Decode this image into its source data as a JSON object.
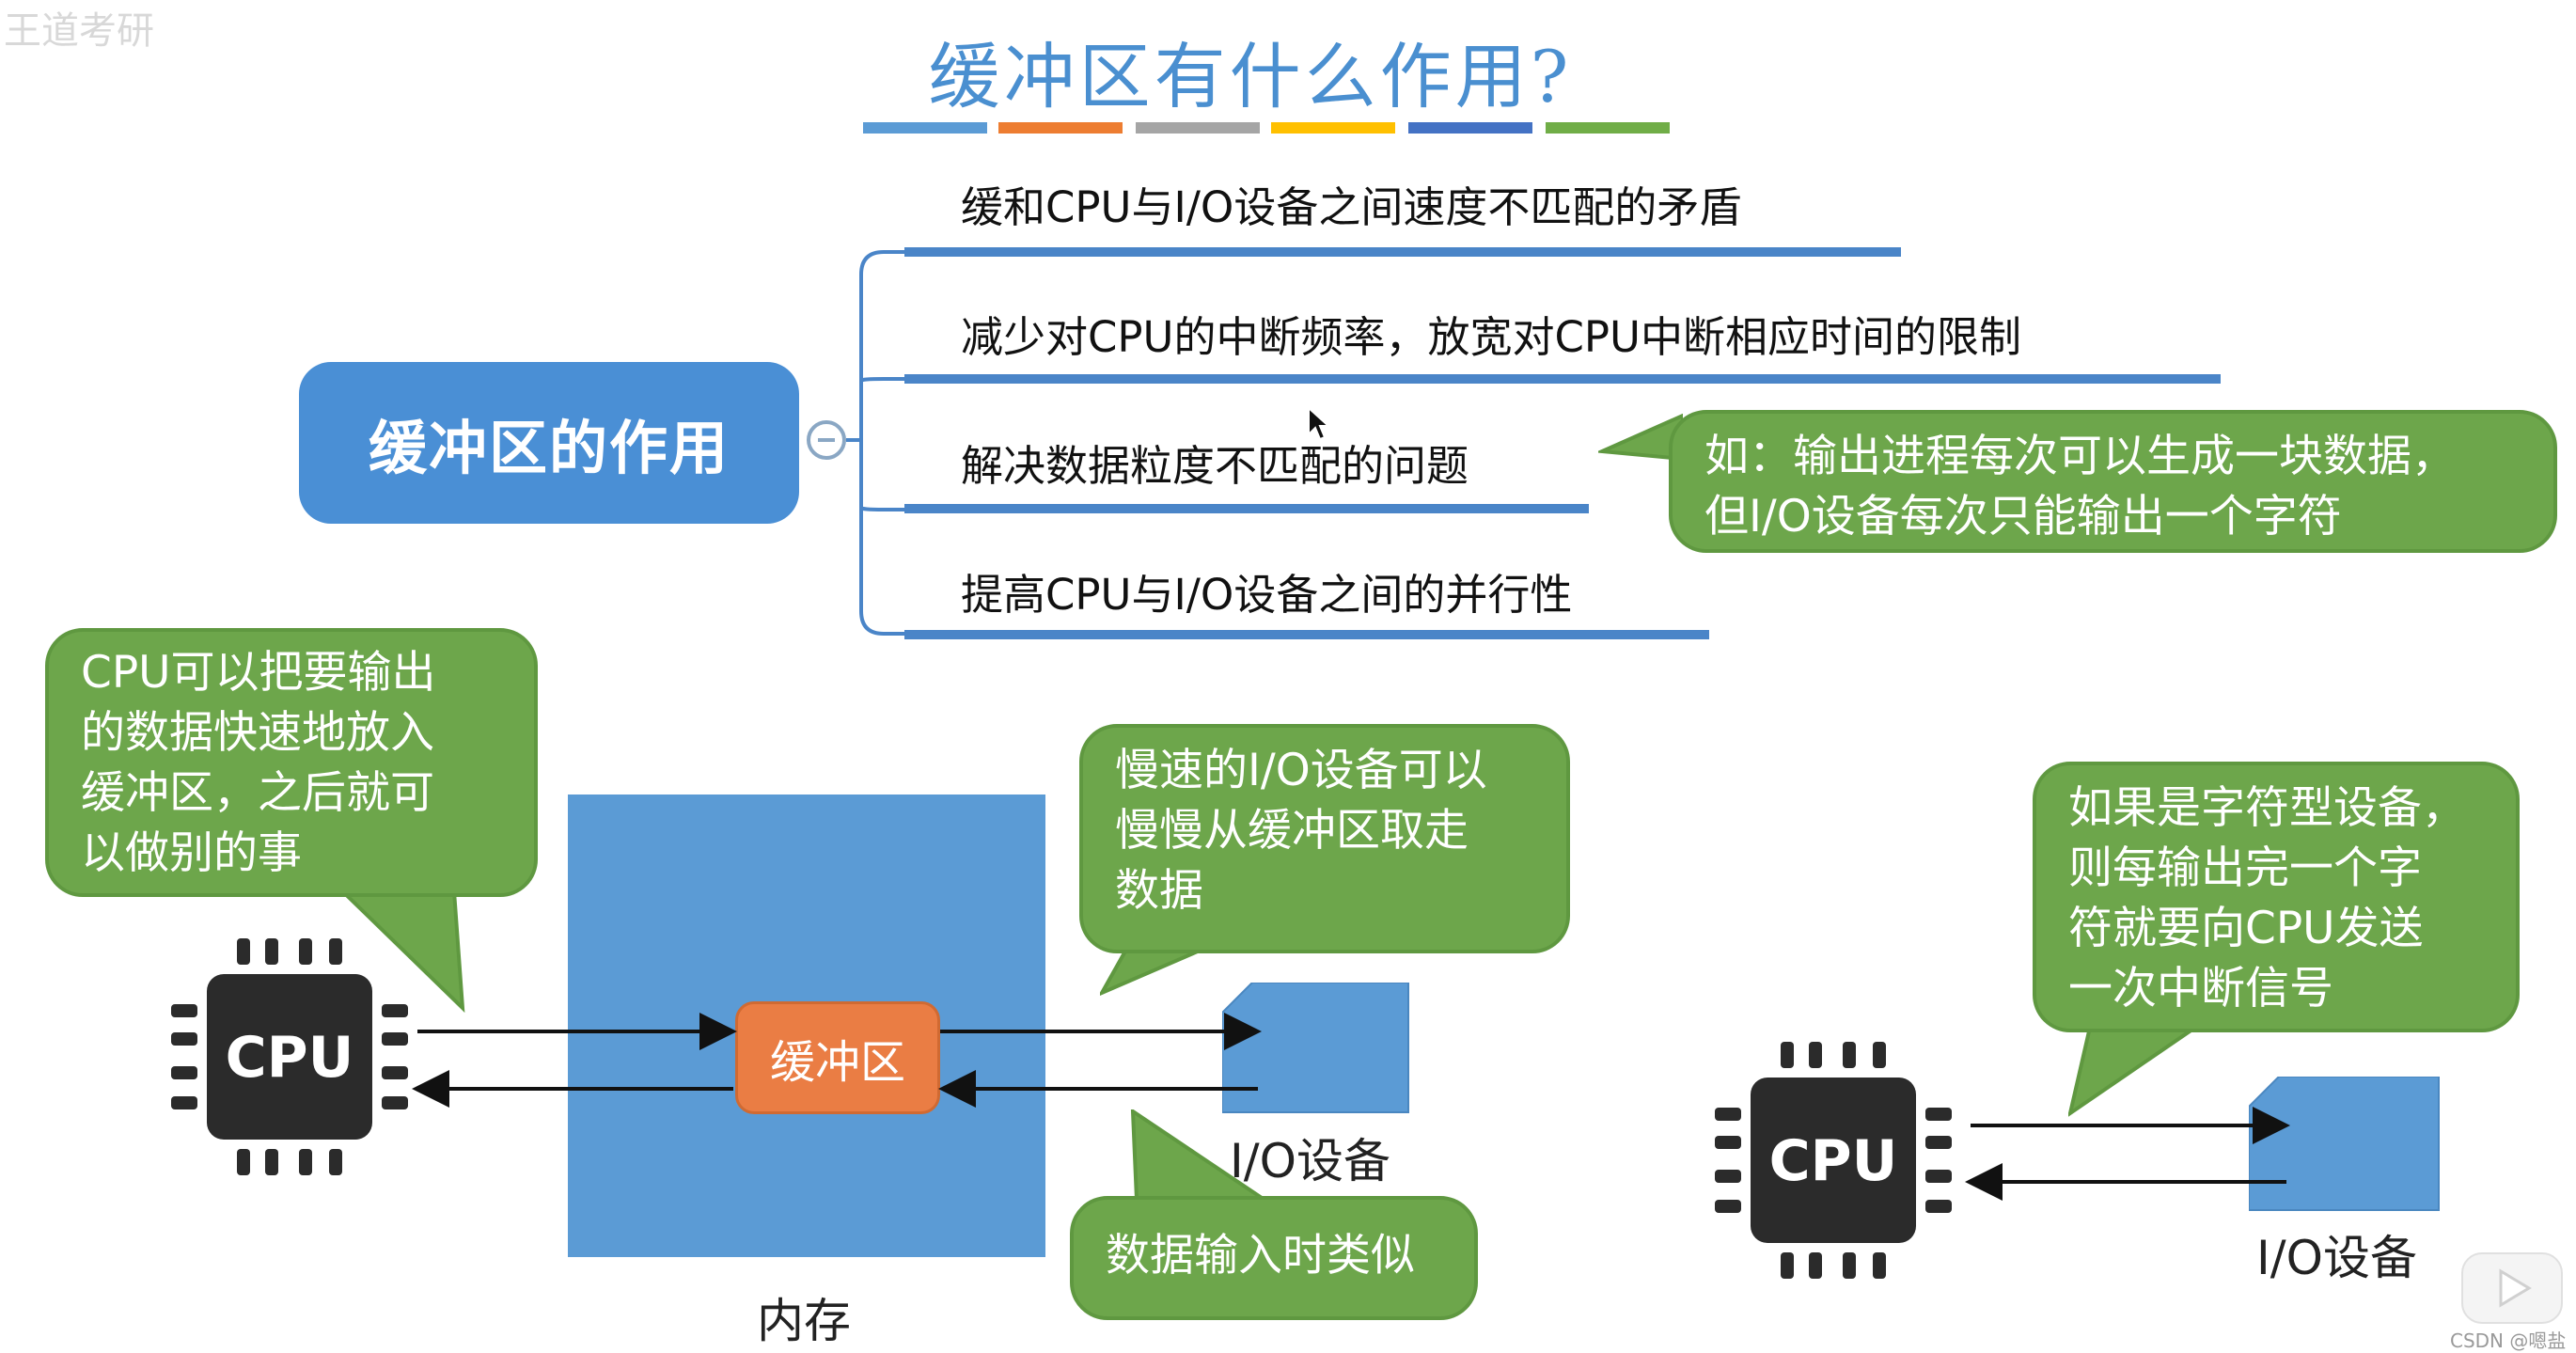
{
  "title": "缓冲区有什么作用?",
  "title_stripe_colors": [
    "#5b9bd5",
    "#ed7d31",
    "#a5a5a5",
    "#ffc000",
    "#4472c4",
    "#70ad47"
  ],
  "mindmap": {
    "root": "缓冲区的作用",
    "branches": [
      "缓和CPU与I/O设备之间速度不匹配的矛盾",
      "减少对CPU的中断频率，放宽对CPU中断相应时间的限制",
      "解决数据粒度不匹配的问题",
      "提高CPU与I/O设备之间的并行性"
    ],
    "note": [
      "如：输出进程每次可以生成一块数据，",
      "但I/O设备每次只能输出一个字符"
    ]
  },
  "diagram_left": {
    "cpu_label": "CPU",
    "buffer_label": "缓冲区",
    "memory_label": "内存",
    "io_label": "I/O设备",
    "bubble_cpu": [
      "CPU可以把要输出",
      "的数据快速地放入",
      "缓冲区，之后就可",
      "以做别的事"
    ],
    "bubble_io": [
      "慢速的I/O设备可以",
      "慢慢从缓冲区取走",
      "数据"
    ],
    "bubble_input": "数据输入时类似"
  },
  "diagram_right": {
    "cpu_label": "CPU",
    "io_label": "I/O设备",
    "bubble": [
      "如果是字符型设备，",
      "则每输出完一个字",
      "符就要向CPU发送",
      "一次中断信号"
    ]
  },
  "watermark": {
    "top_left": "王道考研",
    "bottom_right": "CSDN @嗯盐"
  },
  "colors": {
    "mind_blue": "#4a8fd5",
    "bubble_green": "#6da64b",
    "memory_blue": "#5b9bd5",
    "buffer_orange": "#ea7d44",
    "chip_dark": "#2b2b2b"
  }
}
